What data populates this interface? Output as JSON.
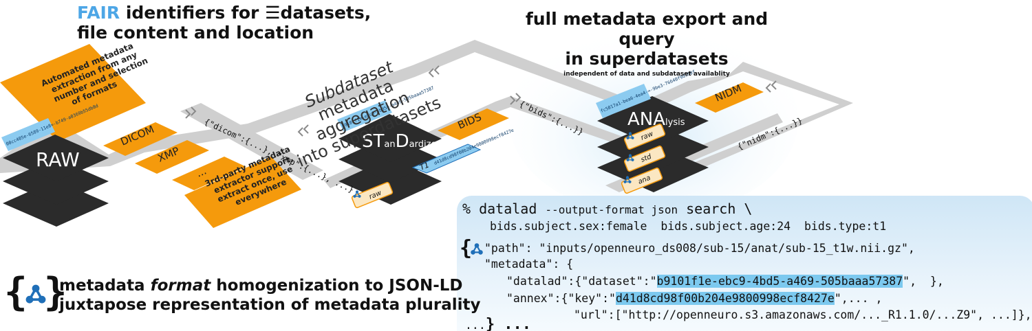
{
  "header_left": {
    "fair": "FAIR",
    "line1": "identifiers for",
    "datasets": "datasets,",
    "line2": "file content and location"
  },
  "header_right": {
    "line1": "full metadata export and query",
    "line2": "in superdatasets",
    "sub": "independent of data and subdataset availablity"
  },
  "aggregation": {
    "line1": "Subdataset",
    "line2": "metadata aggregation",
    "line3": "into superdatasets"
  },
  "datasets": {
    "raw": "RAW",
    "std_st": "ST",
    "std_an": "an",
    "std_d": "D",
    "std_ardized": "ardized",
    "ana": "ANA",
    "ana_lysis": "lysis"
  },
  "ids": {
    "raw": "00cc405e-6589-11e8=-b749-a0369b55db8d",
    "std": "b9101f1e-ebc9-4bd5=-a469-505baaa57387",
    "ana": "fc5017a1-bea6-4ea4-=-9be3-76640f9d950f",
    "t1": "d41d8cd98f00b204e9800998ecf8427e"
  },
  "labels": {
    "dicom": "DICOM",
    "xmp": "XMP",
    "dots": "...",
    "bids": "BIDS",
    "nidm": "NIDM",
    "t1": "T1",
    "raw_tag": "raw",
    "std_tag": "std",
    "ana_tag": "ana"
  },
  "orange_notes": {
    "auto": [
      "Automated metadata",
      "extraction from any",
      "number and selection",
      "of formats"
    ],
    "third": [
      "3rd-party metadata",
      "extractor support,",
      "extract once, use",
      "everywhere"
    ]
  },
  "json_snips": {
    "dicom_xmp": "{\"dicom\":{...}, \"xmp\":{...}, ...}",
    "bids": "{\"bids\":{...}}",
    "nidm": "{\"nidm\":{...}}"
  },
  "bottom": {
    "line1a": "metadata",
    "line1b": "format",
    "line1c": "homogenization to JSON-LD",
    "line2": "juxtapose representation of metadata plurality"
  },
  "code": {
    "cmd_a": "% datalad ",
    "cmd_b": "--output-format json",
    "cmd_c": " search \\",
    "terms": "bids.subject.sex:female  bids.subject.age:24  bids.type:t1",
    "path": "\"path\": \"inputs/openneuro_ds008/sub-15/anat/sub-15_t1w.nii.gz\",",
    "metadata": "\"metadata\": {",
    "datalad_a": "\"datalad\":{\"dataset\":\"",
    "datalad_id": "b9101f1e-ebc9-4bd5-a469-505baaa57387",
    "datalad_b": "\",  },",
    "annex_a": "\"annex\":{\"key\":\"",
    "annex_key": "d41d8cd98f00b204e9800998ecf8427e",
    "annex_b": "\",... ,",
    "url": "\"url\":[\"http://openneuro.s3.amazonaws.com/..._R1.1.0/...Z9\", ...]},",
    "close_a": "...",
    "close_b": "} ..."
  },
  "colors": {
    "orange": "#f59a0c",
    "dark": "#2b2b2b",
    "rail": "#cfcfcf",
    "blue": "#8ccbf0",
    "link_blue": "#1f6fb8"
  }
}
